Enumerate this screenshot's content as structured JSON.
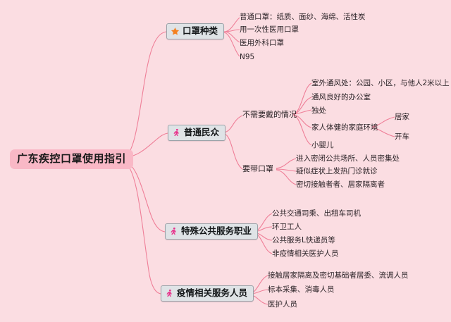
{
  "diagram": {
    "type": "mind-map",
    "background_color": "#fbdde2",
    "edge_color": "#ef7f98",
    "root_fill": "#f9b8c6",
    "branch_fill": "#dfe3e6",
    "branch_border": "#9aa2a8",
    "star_icon_color": "#f4801f",
    "person_icon_color": "#e8338c",
    "root": {
      "label": "广东疾控口罩使用指引"
    },
    "branches": [
      {
        "label": "口罩种类",
        "icon": "star-icon",
        "children": [
          {
            "label": "普通口罩：纸质、面纱、海绵、活性炭"
          },
          {
            "label": "用一次性医用口罩"
          },
          {
            "label": "医用外科口罩"
          },
          {
            "label": "N95"
          }
        ]
      },
      {
        "label": "普通民众",
        "icon": "person-icon",
        "children": [
          {
            "label": "不需要戴的情况",
            "children": [
              {
                "label": "室外通风处：公园、小区，与他人2米以上"
              },
              {
                "label": "通风良好的办公室"
              },
              {
                "label": "独处"
              },
              {
                "label": "家人体健的家庭环境",
                "children": [
                  {
                    "label": "居家"
                  },
                  {
                    "label": "开车"
                  }
                ]
              },
              {
                "label": "小婴儿"
              }
            ]
          },
          {
            "label": "要带口罩",
            "children": [
              {
                "label": "进入密闭公共场所、人员密集处"
              },
              {
                "label": "疑似症状上发热门诊就诊"
              },
              {
                "label": "密切接触者者、居家隔离者"
              }
            ]
          }
        ]
      },
      {
        "label": "特殊公共服务职业",
        "icon": "person-icon",
        "children": [
          {
            "label": "公共交通司乘、出租车司机"
          },
          {
            "label": "环卫工人"
          },
          {
            "label": "公共服务L快递员等"
          },
          {
            "label": "非疫情相关医护人员"
          }
        ]
      },
      {
        "label": "疫情相关服务人员",
        "icon": "person-icon",
        "children": [
          {
            "label": "接触居家隔离及密切基础者居委、流调人员"
          },
          {
            "label": "标本采集、消毒人员"
          },
          {
            "label": "医护人员"
          }
        ]
      }
    ]
  }
}
